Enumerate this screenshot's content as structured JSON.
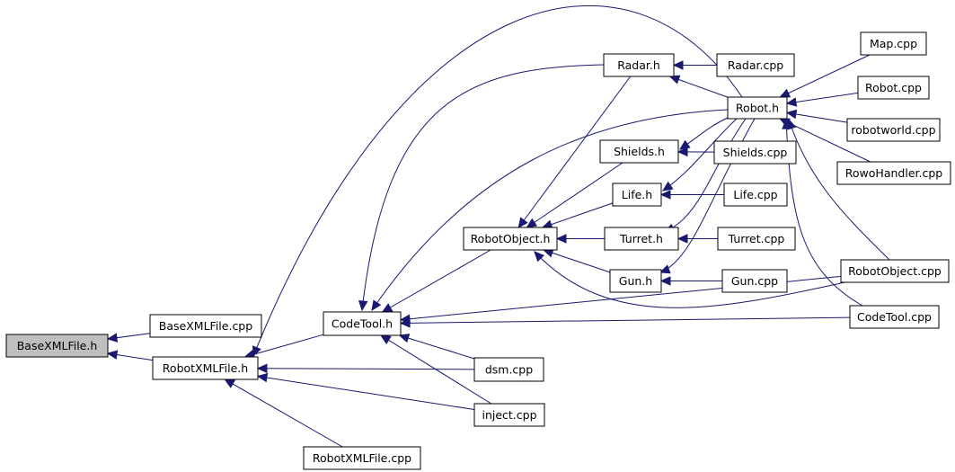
{
  "graph": {
    "title": "",
    "colors": {
      "edge": "#191970",
      "root_fill": "#bfbfbf",
      "node_fill": "#ffffff",
      "node_border": "#000000"
    },
    "nodes": [
      {
        "id": "BaseXMLFile_h",
        "label": "BaseXMLFile.h",
        "root": true
      },
      {
        "id": "BaseXMLFile_cpp",
        "label": "BaseXMLFile.cpp"
      },
      {
        "id": "RobotXMLFile_h",
        "label": "RobotXMLFile.h"
      },
      {
        "id": "RobotXMLFile_cpp",
        "label": "RobotXMLFile.cpp"
      },
      {
        "id": "CodeTool_h",
        "label": "CodeTool.h"
      },
      {
        "id": "dsm_cpp",
        "label": "dsm.cpp"
      },
      {
        "id": "inject_cpp",
        "label": "inject.cpp"
      },
      {
        "id": "RobotObject_h",
        "label": "RobotObject.h"
      },
      {
        "id": "Radar_h",
        "label": "Radar.h"
      },
      {
        "id": "Radar_cpp",
        "label": "Radar.cpp"
      },
      {
        "id": "Shields_h",
        "label": "Shields.h"
      },
      {
        "id": "Shields_cpp",
        "label": "Shields.cpp"
      },
      {
        "id": "Life_h",
        "label": "Life.h"
      },
      {
        "id": "Life_cpp",
        "label": "Life.cpp"
      },
      {
        "id": "Turret_h",
        "label": "Turret.h"
      },
      {
        "id": "Turret_cpp",
        "label": "Turret.cpp"
      },
      {
        "id": "Gun_h",
        "label": "Gun.h"
      },
      {
        "id": "Gun_cpp",
        "label": "Gun.cpp"
      },
      {
        "id": "Robot_h",
        "label": "Robot.h"
      },
      {
        "id": "Map_cpp",
        "label": "Map.cpp"
      },
      {
        "id": "Robot_cpp",
        "label": "Robot.cpp"
      },
      {
        "id": "robotworld_cpp",
        "label": "robotworld.cpp"
      },
      {
        "id": "RowoHandler_cpp",
        "label": "RowoHandler.cpp"
      },
      {
        "id": "RobotObject_cpp",
        "label": "RobotObject.cpp"
      },
      {
        "id": "CodeTool_cpp",
        "label": "CodeTool.cpp"
      }
    ],
    "edges": [
      {
        "from": "BaseXMLFile_cpp",
        "to": "BaseXMLFile_h"
      },
      {
        "from": "RobotXMLFile_h",
        "to": "BaseXMLFile_h"
      },
      {
        "from": "CodeTool_h",
        "to": "RobotXMLFile_h"
      },
      {
        "from": "dsm_cpp",
        "to": "RobotXMLFile_h"
      },
      {
        "from": "inject_cpp",
        "to": "RobotXMLFile_h"
      },
      {
        "from": "RobotXMLFile_cpp",
        "to": "RobotXMLFile_h"
      },
      {
        "from": "Robot_h",
        "to": "RobotXMLFile_h"
      },
      {
        "from": "RobotObject_h",
        "to": "CodeTool_h"
      },
      {
        "from": "Radar_h",
        "to": "CodeTool_h"
      },
      {
        "from": "Robot_h",
        "to": "CodeTool_h"
      },
      {
        "from": "RobotObject_cpp",
        "to": "CodeTool_h"
      },
      {
        "from": "CodeTool_cpp",
        "to": "CodeTool_h"
      },
      {
        "from": "dsm_cpp",
        "to": "CodeTool_h"
      },
      {
        "from": "inject_cpp",
        "to": "CodeTool_h"
      },
      {
        "from": "Radar_h",
        "to": "RobotObject_h"
      },
      {
        "from": "Shields_h",
        "to": "RobotObject_h"
      },
      {
        "from": "Life_h",
        "to": "RobotObject_h"
      },
      {
        "from": "Turret_h",
        "to": "RobotObject_h"
      },
      {
        "from": "Gun_h",
        "to": "RobotObject_h"
      },
      {
        "from": "RobotObject_cpp",
        "to": "RobotObject_h"
      },
      {
        "from": "Radar_cpp",
        "to": "Radar_h"
      },
      {
        "from": "Robot_h",
        "to": "Radar_h"
      },
      {
        "from": "Shields_cpp",
        "to": "Shields_h"
      },
      {
        "from": "Robot_h",
        "to": "Shields_h"
      },
      {
        "from": "Life_cpp",
        "to": "Life_h"
      },
      {
        "from": "Robot_h",
        "to": "Life_h"
      },
      {
        "from": "Turret_cpp",
        "to": "Turret_h"
      },
      {
        "from": "Robot_h",
        "to": "Turret_h"
      },
      {
        "from": "Gun_cpp",
        "to": "Gun_h"
      },
      {
        "from": "Robot_h",
        "to": "Gun_h"
      },
      {
        "from": "Map_cpp",
        "to": "Robot_h"
      },
      {
        "from": "Robot_cpp",
        "to": "Robot_h"
      },
      {
        "from": "robotworld_cpp",
        "to": "Robot_h"
      },
      {
        "from": "RowoHandler_cpp",
        "to": "Robot_h"
      },
      {
        "from": "RobotObject_cpp",
        "to": "Robot_h"
      },
      {
        "from": "CodeTool_cpp",
        "to": "Robot_h"
      }
    ]
  }
}
